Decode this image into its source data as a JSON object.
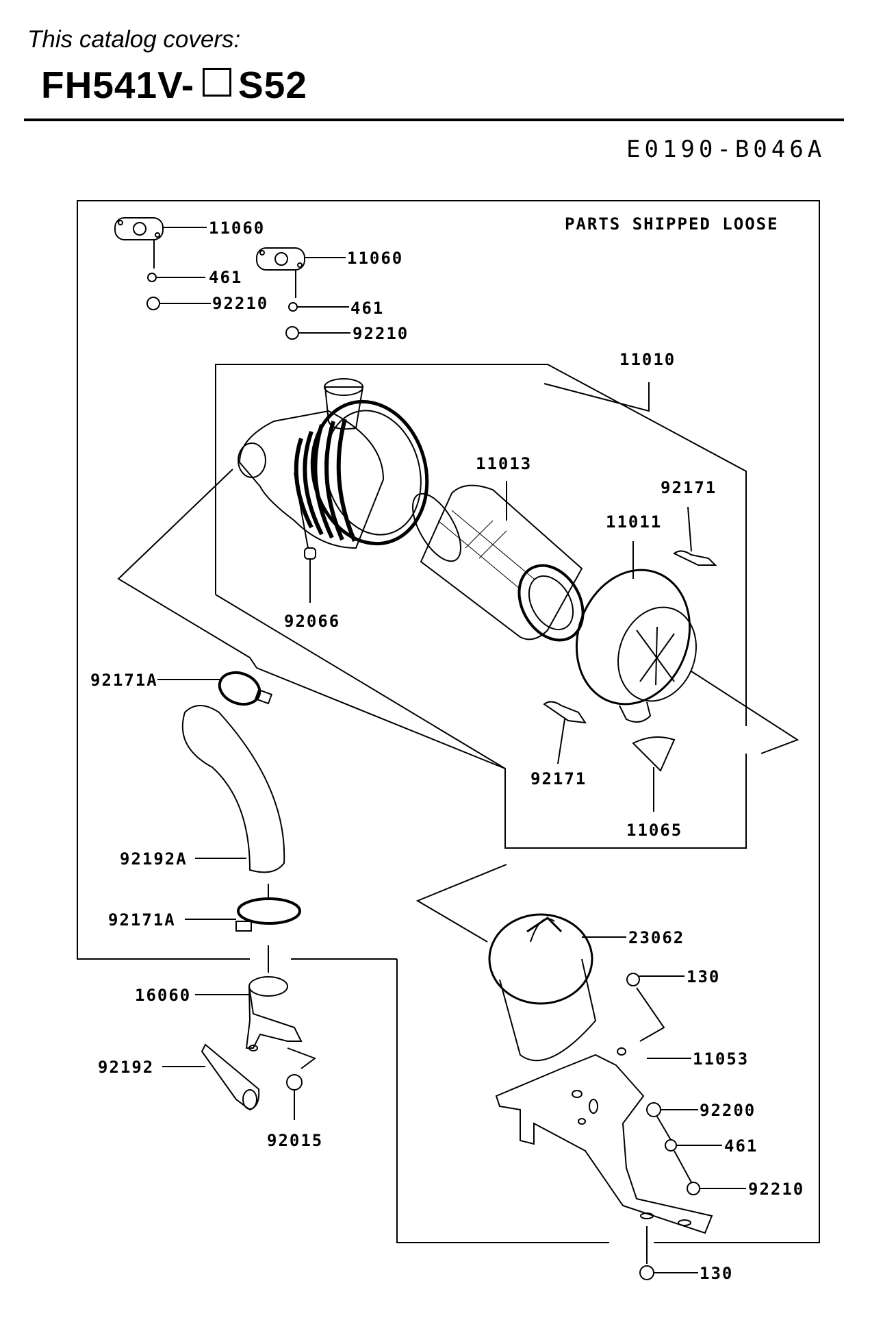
{
  "header": {
    "covers_text": "This catalog covers:",
    "model_prefix": "FH541V-",
    "model_suffix": "S52",
    "catalog_code": "E0190-B046A"
  },
  "diagram": {
    "note": "PARTS SHIPPED LOOSE",
    "labels": {
      "l_11060_a": "11060",
      "l_461_a": "461",
      "l_92210_a": "92210",
      "l_11060_b": "11060",
      "l_461_b": "461",
      "l_92210_b": "92210",
      "l_11010": "11010",
      "l_11013": "11013",
      "l_92171_a": "92171",
      "l_11011": "11011",
      "l_92066": "92066",
      "l_92171A_a": "92171A",
      "l_92171_b": "92171",
      "l_11065": "11065",
      "l_92192A": "92192A",
      "l_92171A_b": "92171A",
      "l_23062": "23062",
      "l_130_a": "130",
      "l_16060": "16060",
      "l_11053": "11053",
      "l_92192": "92192",
      "l_92200": "92200",
      "l_461_c": "461",
      "l_92015": "92015",
      "l_92210_c": "92210",
      "l_130_b": "130"
    }
  }
}
